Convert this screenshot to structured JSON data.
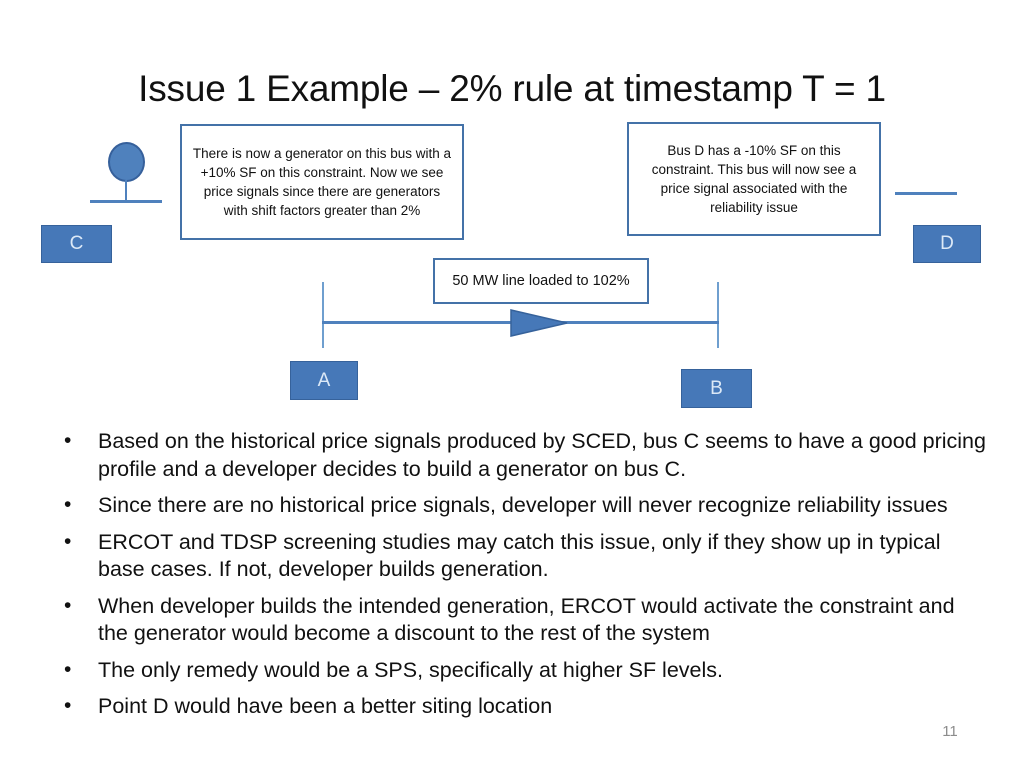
{
  "slide": {
    "title": "Issue 1 Example – 2% rule at timestamp T = 1",
    "page_number": "11"
  },
  "diagram": {
    "callouts": [
      {
        "id": "callout-left",
        "text": "There is now a generator on this bus with a +10% SF on this constraint. Now we see price signals since there are generators with shift factors greater than 2%"
      },
      {
        "id": "callout-right",
        "text": "Bus D has a -10% SF on this constraint. This bus will now see a price signal associated with the reliability issue"
      },
      {
        "id": "callout-line",
        "text": "50 MW line loaded to 102%"
      }
    ],
    "buses": [
      {
        "id": "bus-c",
        "label": "C"
      },
      {
        "id": "bus-d",
        "label": "D"
      },
      {
        "id": "bus-a",
        "label": "A"
      },
      {
        "id": "bus-b",
        "label": "B"
      }
    ],
    "colors": {
      "node_fill": "#4678B8",
      "node_border": "#36629B",
      "node_text": "#DCE9F7",
      "line": "#4F81BD",
      "callout_border": "#4472A8",
      "page_number": "#8C8C8C"
    }
  },
  "bullets": {
    "marker": "•",
    "items": [
      "Based on the historical price signals produced by SCED, bus C seems to have a good pricing profile and a developer decides to build a generator on bus C.",
      "Since there are no historical price signals, developer will never recognize reliability issues",
      "ERCOT and TDSP screening studies may catch this issue, only if they show up in typical base cases. If not, developer builds generation.",
      "When developer builds the intended generation, ERCOT would activate the constraint and the generator would become a discount to the rest of the system",
      "The only remedy would be a SPS, specifically at higher SF levels.",
      "Point D would have been a better siting location"
    ]
  }
}
